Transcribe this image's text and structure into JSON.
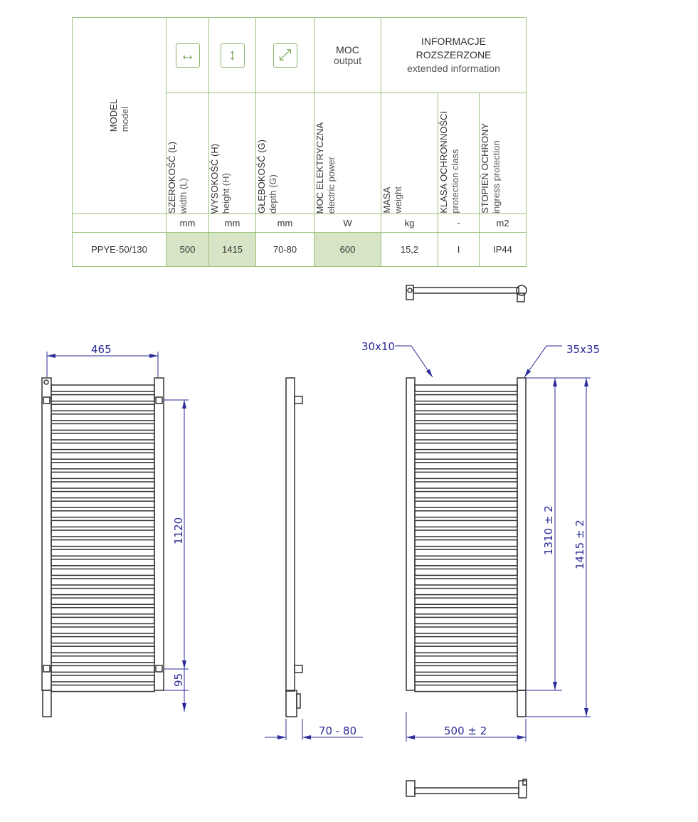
{
  "table": {
    "model": {
      "pl": "MODEL",
      "en": "model"
    },
    "width": {
      "pl": "SZEROKOŚĆ (L)",
      "en": "width (L)",
      "unit": "mm",
      "value": "500"
    },
    "height": {
      "pl": "WYSOKOŚĆ (H)",
      "en": "height (H)",
      "unit": "mm",
      "value": "1415"
    },
    "depth": {
      "pl": "GŁĘBOKOŚĆ (G)",
      "en": "depth (G)",
      "unit": "mm",
      "value": "70-80"
    },
    "output": {
      "pl": "MOC",
      "en": "output"
    },
    "power": {
      "pl": "MOC ELEKTRYCZNA",
      "en": "electric power",
      "unit": "W",
      "value": "600"
    },
    "extended": {
      "pl1": "INFORMACJE",
      "pl2": "ROZSZERZONE",
      "en": "extended information"
    },
    "mass": {
      "pl": "MASA",
      "en": "weight",
      "unit": "kg",
      "value": "15,2"
    },
    "protection_class": {
      "pl": "KLASA OCHRONNOŚCI",
      "en": "protection class",
      "unit": "-",
      "value": "I"
    },
    "ingress": {
      "pl": "STOPIEŃ OCHRONY",
      "en": "ingress protection",
      "unit": "m2",
      "value": "IP44"
    },
    "model_value": "PPYE-50/130",
    "icons": [
      "horizontal-arrow-icon",
      "vertical-arrow-icon",
      "diagonal-arrow-icon"
    ]
  },
  "drawing": {
    "dim_465": "465",
    "dim_1120": "1120",
    "dim_95": "95",
    "dim_depth": "70 - 80",
    "dim_width": "500  ± 2",
    "dim_1310": "1310  ± 2",
    "dim_1415": "1415  ± 2",
    "profile_rung": "30x10",
    "profile_tube": "35x35",
    "dim_color": "#2b2b9a"
  }
}
